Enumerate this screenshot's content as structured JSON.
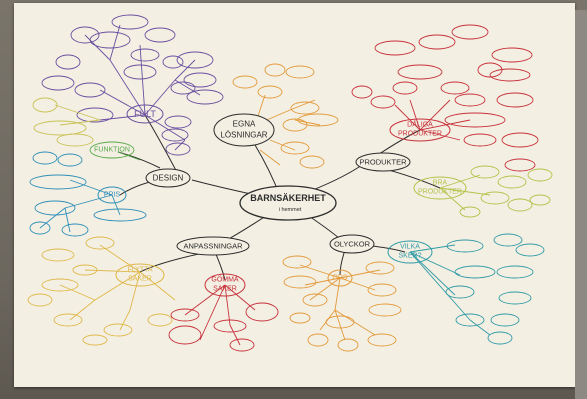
{
  "mindmap": {
    "central": {
      "title": "BARNSÄKERHET",
      "subtitle": "i hemmet"
    },
    "branches": [
      {
        "id": "design",
        "label": "DESIGN",
        "color": "#2b2b2b"
      },
      {
        "id": "egna",
        "label_line1": "EGNA",
        "label_line2": "LÖSNINGAR",
        "color": "#2b2b2b"
      },
      {
        "id": "produkter",
        "label": "PRODUKTER",
        "color": "#2b2b2b"
      },
      {
        "id": "olyckor",
        "label": "OLYCKOR",
        "color": "#2b2b2b"
      },
      {
        "id": "anpassningar",
        "label": "ANPASSNINGAR",
        "color": "#2b2b2b"
      }
    ],
    "subnodes": {
      "fult": "FULT",
      "funktion": "FUNKTION",
      "pris": "PRIS",
      "daliga_line1": "DÅLIGA",
      "daliga_line2": "PRODUKTER",
      "bra_line1": "BRA",
      "bra_line2": "PRODUKTER",
      "vilka_line1": "VILKA",
      "vilka_line2": "SKER?",
      "ors": "ORS",
      "flytta_line1": "FLYTTA",
      "flytta_line2": "SAKER",
      "gomma_line1": "GÖMMA",
      "gomma_line2": "SAKER"
    },
    "colors": {
      "purple": "#6a4fa0",
      "red": "#c8303a",
      "orange": "#e39a3a",
      "yellowgreen": "#b3c24a",
      "blue": "#2f8fb8",
      "teal": "#2f9aa6",
      "green": "#5aa84a",
      "ink": "#2b2b2b"
    }
  }
}
